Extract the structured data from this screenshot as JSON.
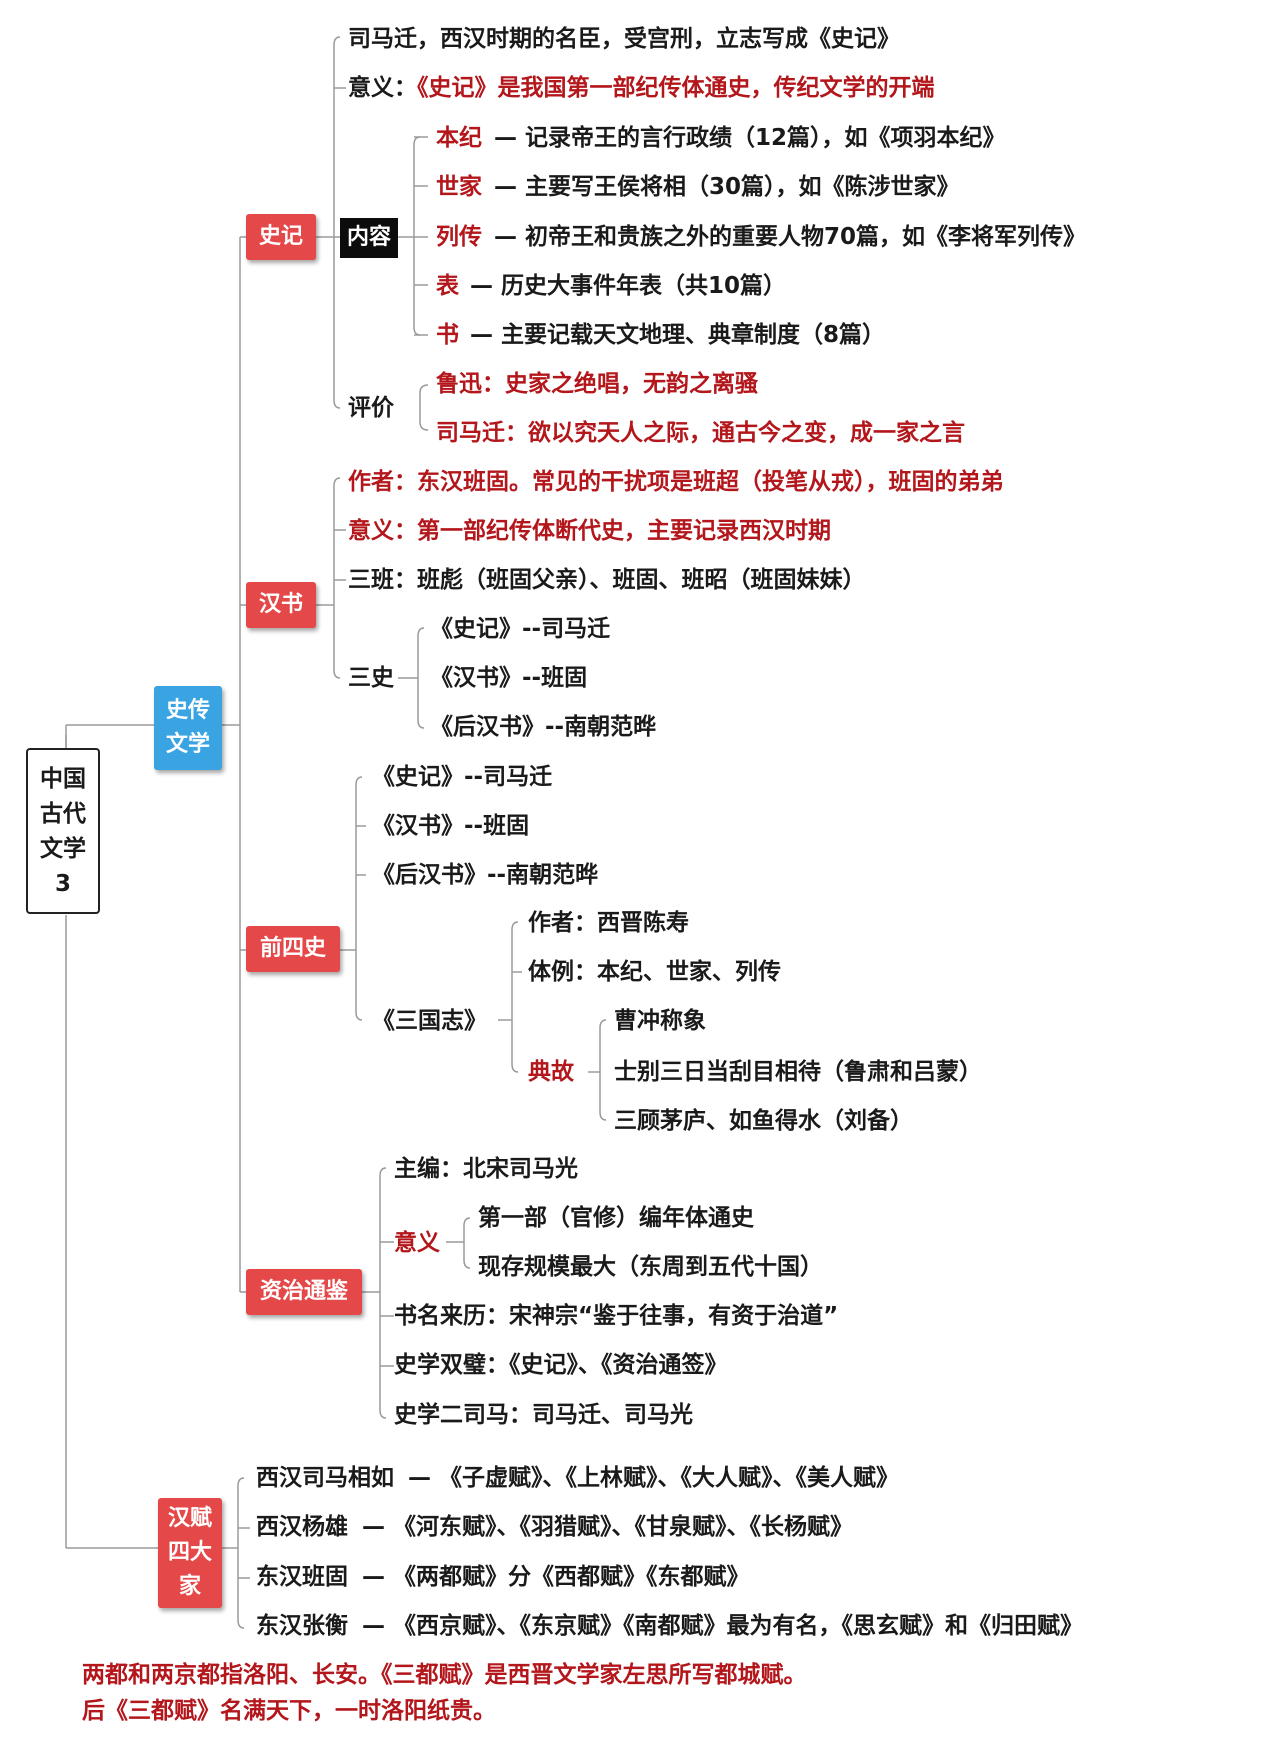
{
  "root": {
    "line1": "中国",
    "line2": "古代",
    "line3": "文学",
    "line4": "3"
  },
  "branch": {
    "line1": "史传",
    "line2": "文学"
  },
  "hanfu": {
    "line1": "汉赋",
    "line2": "四大",
    "line3": "家"
  },
  "shiji": {
    "label": "史记",
    "author": "司马迁，西汉时期的名臣，受宫刑，立志写成《史记》",
    "meaning_prefix": "意义：",
    "meaning": "《史记》是我国第一部纪传体通史，传纪文学的开端",
    "content_label": "内容",
    "content": [
      {
        "term": "本纪",
        "desc": "— 记录帝王的言行政绩（12篇），如《项羽本纪》"
      },
      {
        "term": "世家",
        "desc": "— 主要写王侯将相（30篇），如《陈涉世家》"
      },
      {
        "term": "列传",
        "desc": "— 初帝王和贵族之外的重要人物70篇，如《李将军列传》"
      },
      {
        "term": "表",
        "desc": "— 历史大事件年表（共10篇）"
      },
      {
        "term": "书",
        "desc": "— 主要记载天文地理、典章制度（8篇）"
      }
    ],
    "eval_label": "评价",
    "eval": [
      "鲁迅：史家之绝唱，无韵之离骚",
      "司马迁：欲以究天人之际，通古今之变，成一家之言"
    ]
  },
  "hanshu": {
    "label": "汉书",
    "author": "作者：东汉班固。常见的干扰项是班超（投笔从戎），班固的弟弟",
    "meaning": "意义：第一部纪传体断代史，主要记录西汉时期",
    "sanban": "三班：班彪（班固父亲）、班固、班昭（班固妹妹）",
    "sanshi_label": "三史",
    "sanshi": [
      "《史记》--司马迁",
      "《汉书》--班固",
      "《后汉书》--南朝范晔"
    ]
  },
  "qiansishi": {
    "label": "前四史",
    "items": [
      "《史记》--司马迁",
      "《汉书》--班固",
      "《后汉书》--南朝范晔"
    ],
    "sgz_label": "《三国志》",
    "sgz_author": "作者：西晋陈寿",
    "sgz_style": "体例：本纪、世家、列传",
    "allusion_label": "典故",
    "allusions": [
      "曹冲称象",
      "士别三日当刮目相待（鲁肃和吕蒙）",
      "三顾茅庐、如鱼得水（刘备）"
    ]
  },
  "zztj": {
    "label": "资治通鉴",
    "editor": "主编：北宋司马光",
    "meaning_label": "意义",
    "meanings": [
      "第一部（官修）编年体通史",
      "现存规模最大（东周到五代十国）"
    ],
    "title_origin": "书名来历：宋神宗“鉴于往事，有资于治道”",
    "twin": "史学双璧：《史记》、《资治通签》",
    "two_sima": "史学二司马：司马迁、司马光"
  },
  "fu": [
    {
      "author": "西汉司马相如",
      "works": "—  《子虚赋》、《上林赋》、《大人赋》、《美人赋》"
    },
    {
      "author": "西汉杨雄",
      "works": "—  《河东赋》、《羽猎赋》、《甘泉赋》、《长杨赋》"
    },
    {
      "author": "东汉班固",
      "works": "—  《两都赋》分《西都赋》《东都赋》"
    },
    {
      "author": "东汉张衡",
      "works": "—  《西京赋》、《东京赋》《南都赋》最为有名，《思玄赋》和《归田赋》"
    }
  ],
  "footer": [
    "两都和两京都指洛阳、长安。《三都赋》是西晋文学家左思所写都城赋。",
    "后《三都赋》名满天下，一时洛阳纸贵。"
  ]
}
